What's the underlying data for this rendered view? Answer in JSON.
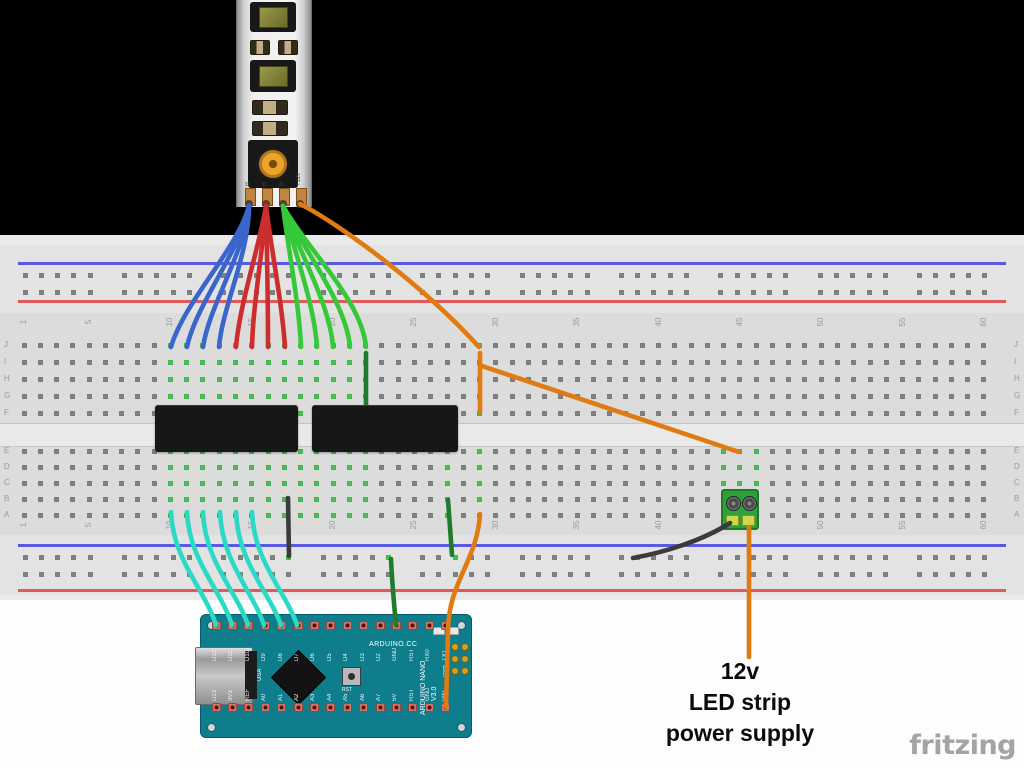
{
  "diagram": {
    "caption": {
      "line1": "12v",
      "line2": "LED strip",
      "line3": "power supply"
    },
    "watermark": "fritzing"
  },
  "colors": {
    "blue": "#3a66cc",
    "red": "#cc2e2e",
    "green": "#35c93a",
    "dark_green": "#1e7d2c",
    "cyan": "#2bd9c4",
    "orange": "#e07b12",
    "black": "#3b3b3b",
    "rail_blue": "#5a5ae0",
    "rail_red": "#e05a5a",
    "hole_green": "#46c24f",
    "board_teal": "#0e7e8c",
    "terminal_green": "#2fa13c"
  },
  "led_strip": {
    "pads": [
      {
        "label": "B"
      },
      {
        "label": "R"
      },
      {
        "label": "G"
      },
      {
        "label": "+12v"
      }
    ]
  },
  "breadboard": {
    "row_letters_top": [
      "J",
      "I",
      "H",
      "G",
      "F"
    ],
    "row_letters_bottom": [
      "E",
      "D",
      "C",
      "B",
      "A"
    ],
    "column_numbers": [
      1,
      5,
      10,
      15,
      20,
      25,
      30,
      35,
      40,
      45,
      50,
      55,
      60
    ],
    "green_columns_top": [
      [
        10,
        22
      ],
      [
        29,
        29
      ]
    ],
    "green_columns_bottom": [
      [
        10,
        22
      ],
      [
        27,
        27
      ],
      [
        29,
        29
      ],
      [
        44,
        46
      ]
    ],
    "rail_green_bottom": [
      288,
      391,
      450,
      633
    ]
  },
  "arduino": {
    "pins_top": [
      "D12",
      "D11",
      "D10",
      "D9",
      "D8",
      "D7",
      "D6",
      "D5",
      "D4",
      "D3",
      "D2",
      "GND",
      "RST",
      "RX0",
      "TX1"
    ],
    "pins_bottom": [
      "D13",
      "3V3",
      "REF",
      "A0",
      "A1",
      "A2",
      "A3",
      "A4",
      "A5",
      "A6",
      "A7",
      "5V",
      "RST",
      "GND",
      "VIN"
    ],
    "labels": {
      "brand": "ARDUINO.CC",
      "name": "ARDUINO NANO",
      "version": "V3.0",
      "reset": "RST",
      "icsp": "ICSP",
      "origin": "USA"
    }
  },
  "connections": [
    {
      "wire": "blue",
      "from": "LED strip pad B",
      "to": "breadboard columns 10-13 row J"
    },
    {
      "wire": "red",
      "from": "LED strip pad R",
      "to": "breadboard columns 14-17 row J"
    },
    {
      "wire": "green",
      "from": "LED strip pad G",
      "to": "breadboard columns 18-22 row J"
    },
    {
      "wire": "orange",
      "from": "LED strip pad +12v",
      "to": "breadboard column 29"
    },
    {
      "wire": "orange",
      "from": "breadboard column 29",
      "to": "screw terminal block"
    },
    {
      "wire": "orange",
      "from": "screw terminal block",
      "to": "12v LED strip power supply"
    },
    {
      "wire": "black",
      "from": "screw terminal block",
      "to": "bottom ground rail"
    },
    {
      "wire": "cyan",
      "from": "breadboard columns 10-15 row A",
      "to": "Arduino pins D12-D7"
    },
    {
      "wire": "dark_green",
      "from": "bottom rail",
      "to": "Arduino GND"
    },
    {
      "wire": "orange",
      "from": "breadboard column 29 row A",
      "to": "Arduino VIN"
    }
  ]
}
